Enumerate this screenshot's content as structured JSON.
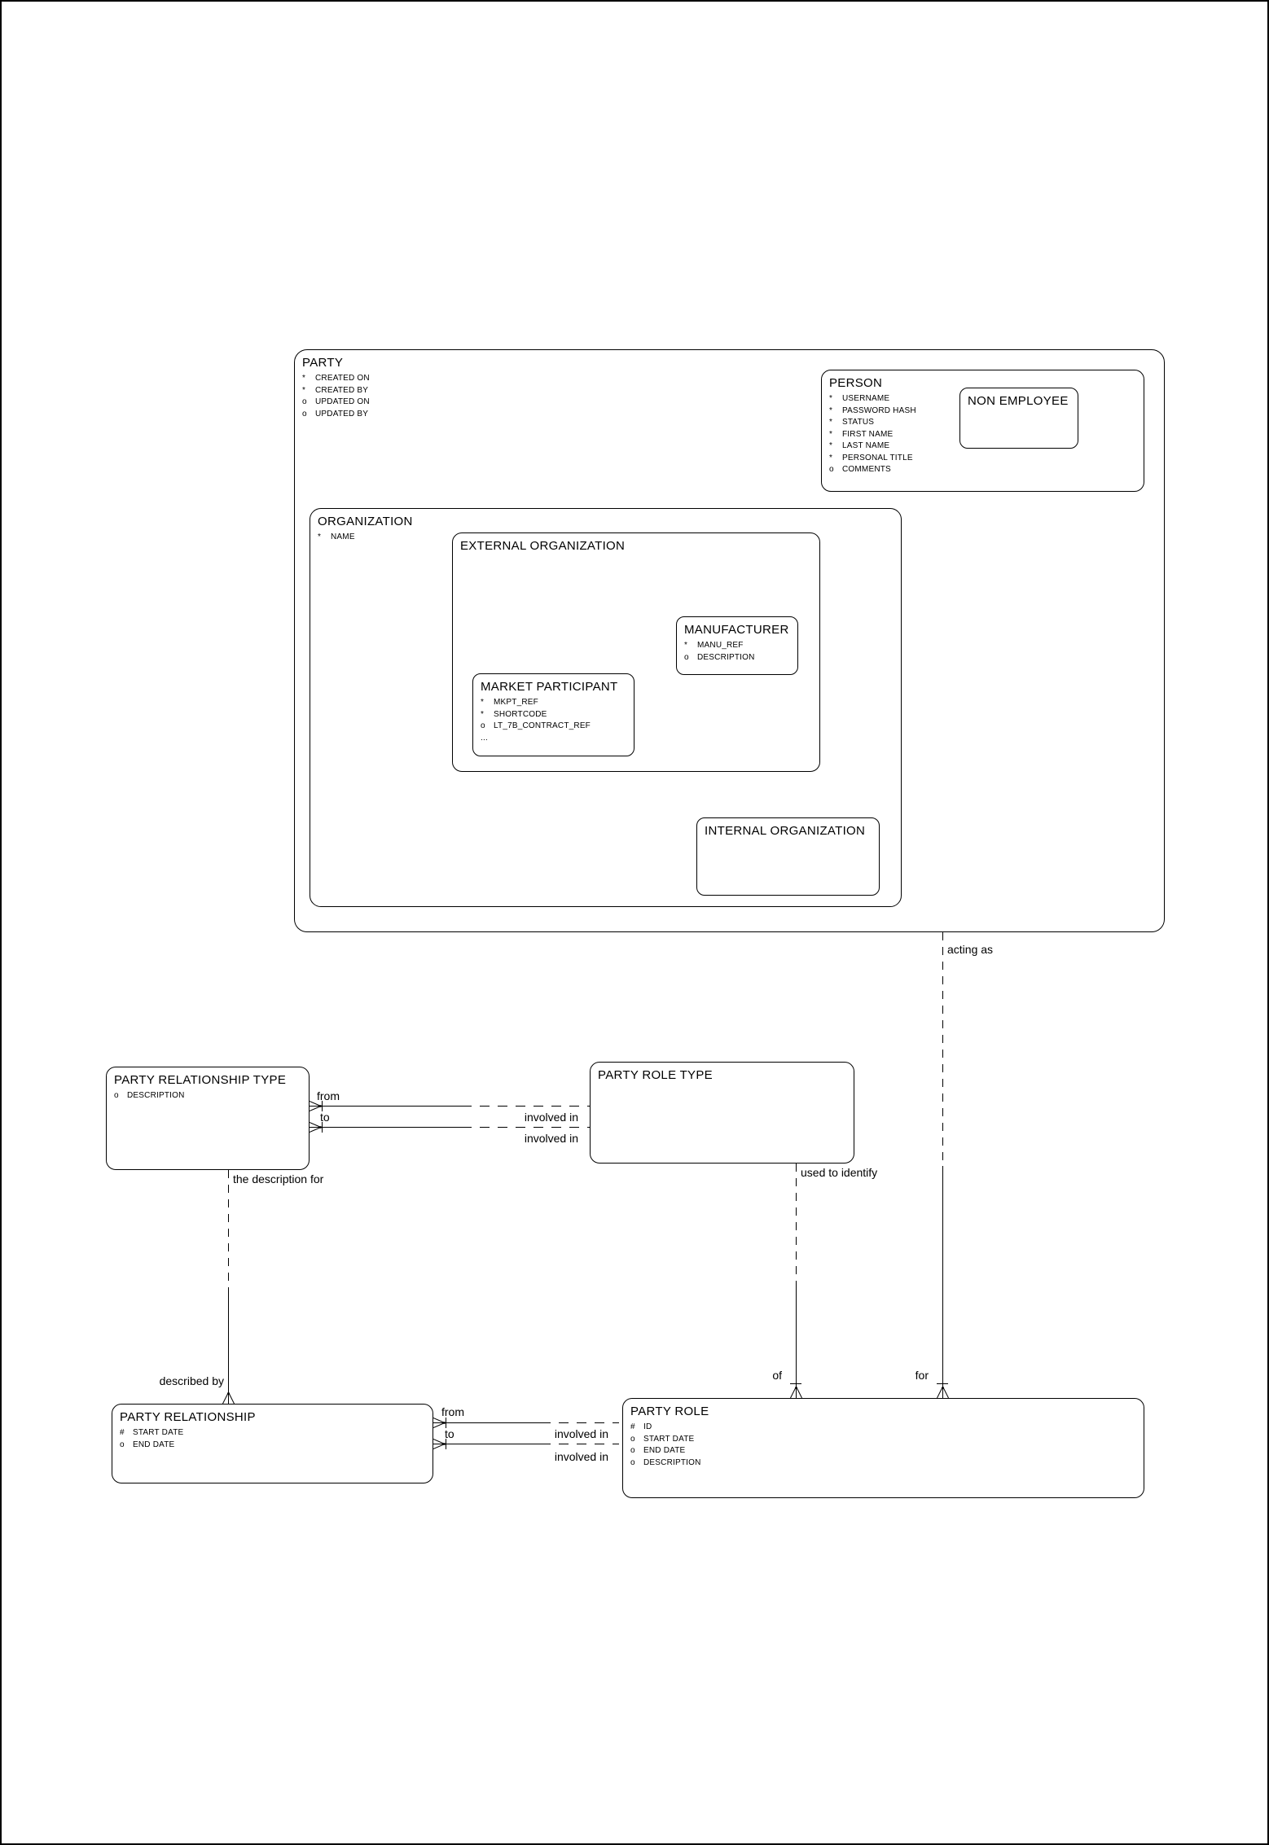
{
  "diagram": {
    "colors": {
      "line": "#000000",
      "background": "#ffffff"
    },
    "entities": {
      "party": {
        "title": "PARTY",
        "attributes": [
          {
            "prefix": "*",
            "name": "CREATED ON"
          },
          {
            "prefix": "*",
            "name": "CREATED BY"
          },
          {
            "prefix": "o",
            "name": "UPDATED ON"
          },
          {
            "prefix": "o",
            "name": "UPDATED BY"
          }
        ]
      },
      "person": {
        "title": "PERSON",
        "attributes": [
          {
            "prefix": "*",
            "name": "USERNAME"
          },
          {
            "prefix": "*",
            "name": "PASSWORD HASH"
          },
          {
            "prefix": "*",
            "name": "STATUS"
          },
          {
            "prefix": "*",
            "name": "FIRST NAME"
          },
          {
            "prefix": "*",
            "name": "LAST NAME"
          },
          {
            "prefix": "*",
            "name": "PERSONAL TITLE"
          },
          {
            "prefix": "o",
            "name": "COMMENTS"
          }
        ]
      },
      "non_employee": {
        "title": "NON EMPLOYEE",
        "attributes": []
      },
      "organization": {
        "title": "ORGANIZATION",
        "attributes": [
          {
            "prefix": "*",
            "name": "NAME"
          }
        ]
      },
      "external_organization": {
        "title": "EXTERNAL ORGANIZATION",
        "attributes": []
      },
      "manufacturer": {
        "title": "MANUFACTURER",
        "attributes": [
          {
            "prefix": "*",
            "name": "MANU_REF"
          },
          {
            "prefix": "o",
            "name": "DESCRIPTION"
          }
        ]
      },
      "market_participant": {
        "title": "MARKET PARTICIPANT",
        "attributes": [
          {
            "prefix": "*",
            "name": "MKPT_REF"
          },
          {
            "prefix": "*",
            "name": "SHORTCODE"
          },
          {
            "prefix": "o",
            "name": "LT_7B_CONTRACT_REF"
          },
          {
            "prefix": "...",
            "name": ""
          }
        ]
      },
      "internal_organization": {
        "title": "INTERNAL ORGANIZATION",
        "attributes": []
      },
      "party_relationship_type": {
        "title": "PARTY RELATIONSHIP TYPE",
        "attributes": [
          {
            "prefix": "o",
            "name": "DESCRIPTION"
          }
        ]
      },
      "party_role_type": {
        "title": "PARTY ROLE TYPE",
        "attributes": []
      },
      "party_relationship": {
        "title": "PARTY RELATIONSHIP",
        "attributes": [
          {
            "prefix": "#",
            "name": "START DATE"
          },
          {
            "prefix": "o",
            "name": "END DATE"
          }
        ]
      },
      "party_role": {
        "title": "PARTY ROLE",
        "attributes": [
          {
            "prefix": "#",
            "name": "ID"
          },
          {
            "prefix": "o",
            "name": "START DATE"
          },
          {
            "prefix": "o",
            "name": "END DATE"
          },
          {
            "prefix": "o",
            "name": "DESCRIPTION"
          }
        ]
      }
    },
    "relationships": {
      "type_from": {
        "near": "from",
        "far": "involved in"
      },
      "type_to": {
        "near": "to",
        "far": "involved in"
      },
      "rel_from": {
        "near": "from",
        "far": "involved in"
      },
      "rel_to": {
        "near": "to",
        "far": "involved in"
      },
      "description": {
        "near": "the description for",
        "far": "described by"
      },
      "identify": {
        "near": "used to identify",
        "far": "of"
      },
      "acting": {
        "near": "acting as",
        "far": "for"
      }
    }
  }
}
